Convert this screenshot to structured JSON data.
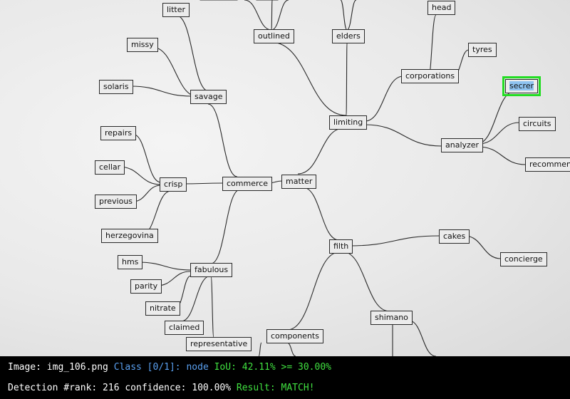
{
  "colors": {
    "edge": "#2a2a2a",
    "highlight": "#22dd22",
    "white": "#ffffff",
    "blue": "#5aa0f0",
    "green": "#40e040"
  },
  "nodes": {
    "litter": "litter",
    "missy": "missy",
    "solaris": "solaris",
    "savage": "savage",
    "outlined": "outlined",
    "elders": "elders",
    "head": "head",
    "tyres": "tyres",
    "corporations": "corporations",
    "secrer": "secrer",
    "limiting": "limiting",
    "circuits": "circuits",
    "analyzer": "analyzer",
    "recommend": "recommend",
    "repairs": "repairs",
    "cellar": "cellar",
    "crisp": "crisp",
    "commerce": "commerce",
    "matter": "matter",
    "previous": "previous",
    "herzegovina": "herzegovina",
    "cakes": "cakes",
    "filth": "filth",
    "concierge": "concierge",
    "hms": "hms",
    "fabulous": "fabulous",
    "parity": "parity",
    "nitrate": "nitrate",
    "shimano": "shimano",
    "claimed": "claimed",
    "components": "components",
    "representative": "representative"
  },
  "footer": {
    "image_label": "Image: img_106.png",
    "class_label": "Class [0/1]: node",
    "iou_label": "IoU: 42.11% >= 30.00%",
    "rank_label": "Detection #rank: 216 confidence: 100.00%",
    "result_label": "Result: MATCH!"
  }
}
